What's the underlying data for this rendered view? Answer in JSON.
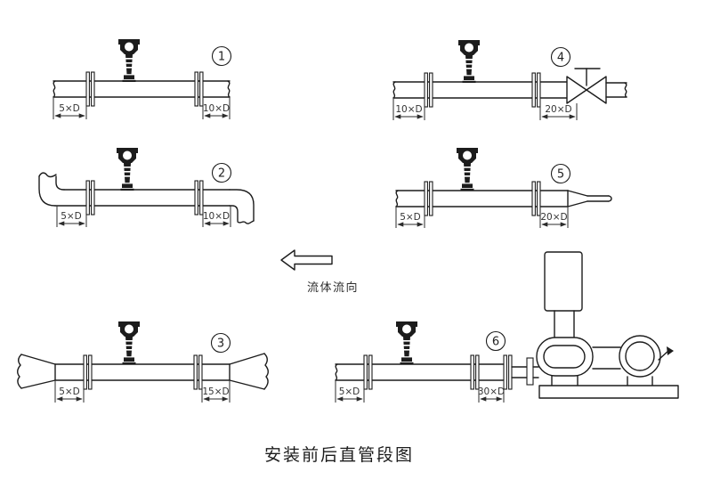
{
  "title": "安装前后直管段图",
  "flow_direction": {
    "label": "流体流向"
  },
  "colors": {
    "background": "#ffffff",
    "line": "#1c1c1c",
    "text": "#333333"
  },
  "diagrams": [
    {
      "number": "1",
      "upstream": "5×D",
      "downstream": "10×D"
    },
    {
      "number": "2",
      "upstream": "5×D",
      "downstream": "10×D"
    },
    {
      "number": "3",
      "upstream": "5×D",
      "downstream": "15×D"
    },
    {
      "number": "4",
      "upstream": "10×D",
      "downstream": "20×D"
    },
    {
      "number": "5",
      "upstream": "5×D",
      "downstream": "20×D"
    },
    {
      "number": "6",
      "upstream": "5×D",
      "downstream": "30×D"
    }
  ],
  "icons": {
    "flow_meter": "flowmeter-transmitter-silhouette",
    "flange": "pipe-flange-pair",
    "valve": "valve-with-tee-handle",
    "pump": "blower-pump-with-motor",
    "flow_arrow": "left-outline-arrow"
  }
}
